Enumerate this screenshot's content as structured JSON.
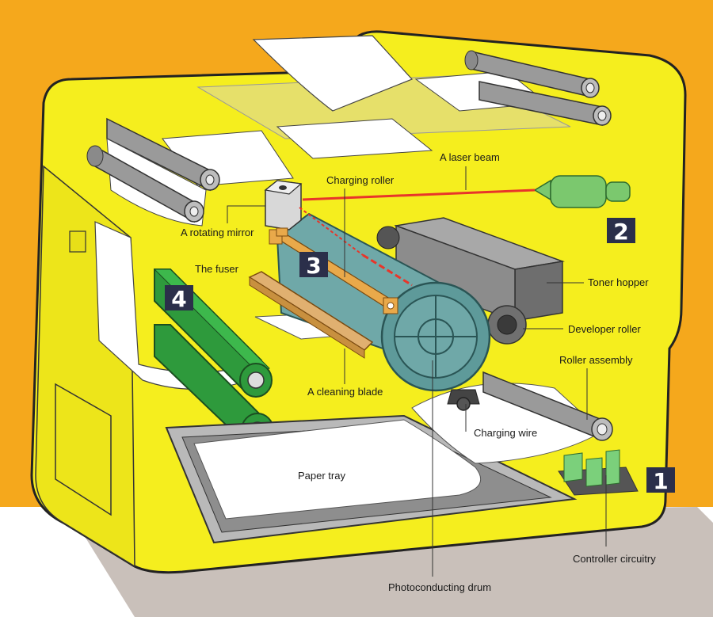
{
  "colors": {
    "background_orange": "#F5A81C",
    "floor": "#C9C0BA",
    "printer_body": "#F5EE1E",
    "drum": "#6FA8A8",
    "fuser": "#2E9A3C",
    "laser": "#E8352A",
    "toner_hopper": "#8C8C8C",
    "badge": "#2B2F4A"
  },
  "labels": {
    "laser_beam": "A laser beam",
    "charging_roller": "Charging roller",
    "rotating_mirror": "A rotating mirror",
    "fuser": "The fuser",
    "toner_hopper": "Toner hopper",
    "developer_roller": "Developer roller",
    "roller_assembly": "Roller assembly",
    "cleaning_blade": "A cleaning blade",
    "charging_wire": "Charging wire",
    "paper_tray": "Paper tray",
    "controller_circuitry": "Controller circuitry",
    "photoconducting_drum": "Photoconducting drum"
  },
  "badges": {
    "one": "1",
    "two": "2",
    "three": "3",
    "four": "4"
  }
}
